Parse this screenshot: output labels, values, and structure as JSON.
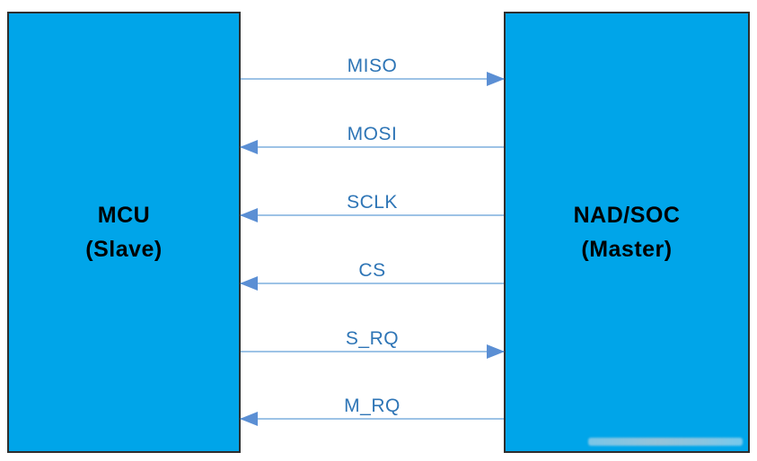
{
  "diagram": {
    "type": "block-connection-diagram",
    "nodes": {
      "left": {
        "name": "MCU",
        "role": "(Slave)"
      },
      "right": {
        "name": "NAD/SOC",
        "role": "(Master)"
      }
    },
    "signals": [
      {
        "label": "MISO",
        "direction": "right",
        "from": "MCU",
        "to": "NAD/SOC"
      },
      {
        "label": "MOSI",
        "direction": "left",
        "from": "NAD/SOC",
        "to": "MCU"
      },
      {
        "label": "SCLK",
        "direction": "left",
        "from": "NAD/SOC",
        "to": "MCU"
      },
      {
        "label": "CS",
        "direction": "left",
        "from": "NAD/SOC",
        "to": "MCU"
      },
      {
        "label": "S_RQ",
        "direction": "right",
        "from": "MCU",
        "to": "NAD/SOC"
      },
      {
        "label": "M_RQ",
        "direction": "left",
        "from": "NAD/SOC",
        "to": "MCU"
      }
    ],
    "colors": {
      "node_fill": "#00A5E9",
      "node_border": "#2e2e2e",
      "line": "#9DC3E6",
      "arrowhead": "#5B8FD4",
      "signal_label_text": "#2E75B6",
      "node_text": "#000000",
      "background": "#ffffff"
    }
  }
}
